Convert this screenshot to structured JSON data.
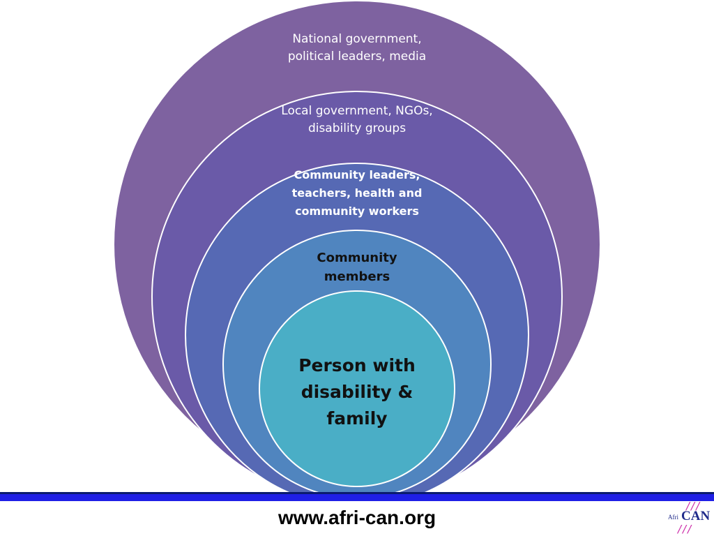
{
  "rings": [
    {
      "label": "National government,\npolitical leaders, media",
      "fill": "#7e62a0"
    },
    {
      "label": "Local government, NGOs,\ndisability groups",
      "fill": "#6a5aa8"
    },
    {
      "label": "Community leaders,\nteachers, health and\ncommunity workers",
      "fill": "#5669b4"
    },
    {
      "label": "Community\nmembers",
      "fill": "#5085bf"
    },
    {
      "label": "Person with\ndisability &\nfamily",
      "fill": "#4aaec6"
    }
  ],
  "footer": {
    "url": "www.afri-can.org",
    "logo_afri": "Afri",
    "logo_can": "CAN",
    "logo_slashes": "///"
  },
  "colors": {
    "ring_stroke": "#ffffff",
    "bar_blue": "#1f1fe6",
    "logo_blue": "#1f2a8a",
    "logo_magenta": "#cc2aa8"
  }
}
